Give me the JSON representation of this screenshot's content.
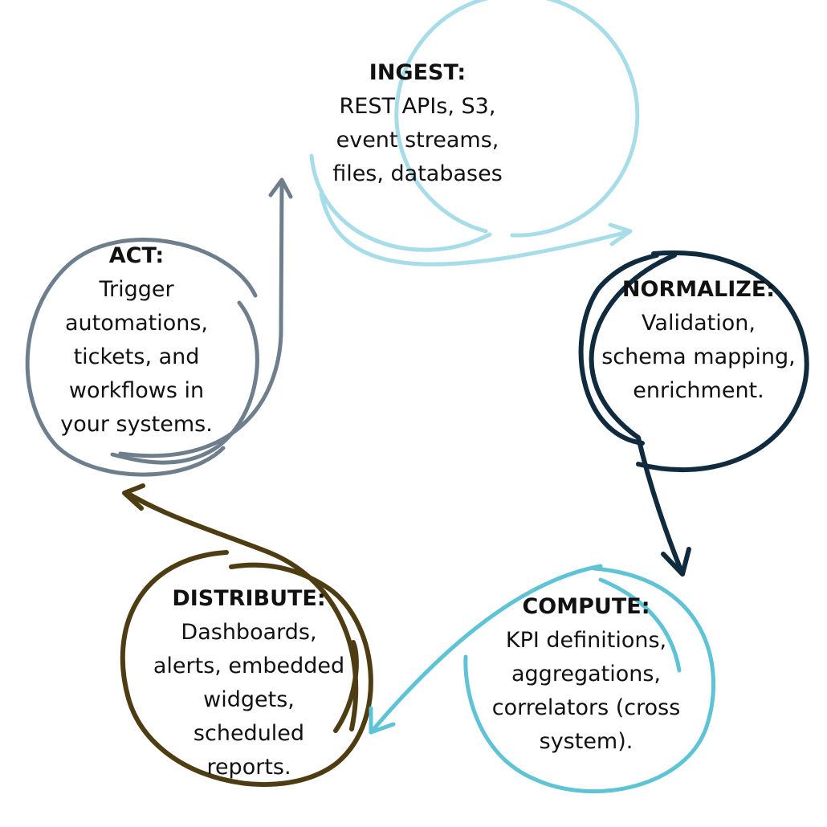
{
  "colors": {
    "ingest": "#a6dde8",
    "normalize": "#102a3e",
    "compute": "#5dc3d5",
    "distribute": "#4e3d12",
    "act": "#6e7e8c"
  },
  "stages": {
    "ingest": {
      "title": "INGEST:",
      "lines": [
        "REST APIs, S3,",
        "event streams,",
        "files, databases"
      ]
    },
    "normalize": {
      "title": "NORMALIZE:",
      "lines": [
        "Validation,",
        "schema mapping,",
        "enrichment."
      ]
    },
    "compute": {
      "title": "COMPUTE:",
      "lines": [
        "KPI definitions,",
        "aggregations,",
        "correlators (cross",
        "system)."
      ]
    },
    "distribute": {
      "title": "DISTRIBUTE:",
      "lines": [
        "Dashboards,",
        "alerts, embedded",
        "widgets,",
        "scheduled",
        "reports."
      ]
    },
    "act": {
      "title": "ACT:",
      "lines": [
        "Trigger",
        "automations,",
        "tickets, and",
        "workflows in",
        "your systems."
      ]
    }
  }
}
